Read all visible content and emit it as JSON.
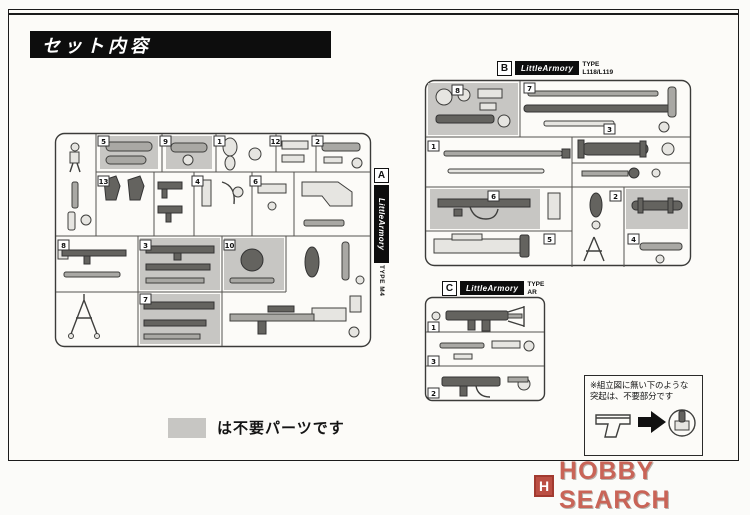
{
  "header": {
    "title": "セット内容"
  },
  "brand": {
    "logo": "LittleArmory"
  },
  "sprues": {
    "a": {
      "id": "A",
      "type_text": "TYPE M4",
      "tabs": [
        "5",
        "9",
        "1",
        "12",
        "2",
        "13",
        "4",
        "6",
        "8",
        "3",
        "10",
        "7"
      ]
    },
    "b": {
      "id": "B",
      "type_line1": "TYPE",
      "type_line2": "L118/L119",
      "tabs": [
        "8",
        "7",
        "1",
        "3",
        "6",
        "2",
        "4",
        "5"
      ]
    },
    "c": {
      "id": "C",
      "type_line1": "TYPE",
      "type_line2": "AR",
      "tabs": [
        "1",
        "3",
        "2"
      ]
    }
  },
  "legend": {
    "text": "は不要パーツです",
    "swatch_color": "#c7c6c3"
  },
  "note": {
    "line1": "※組立図に無い下のような",
    "line2": "突起は、不要部分です"
  },
  "watermark": {
    "icon_letter": "H",
    "text": "HOBBY SEARCH"
  }
}
